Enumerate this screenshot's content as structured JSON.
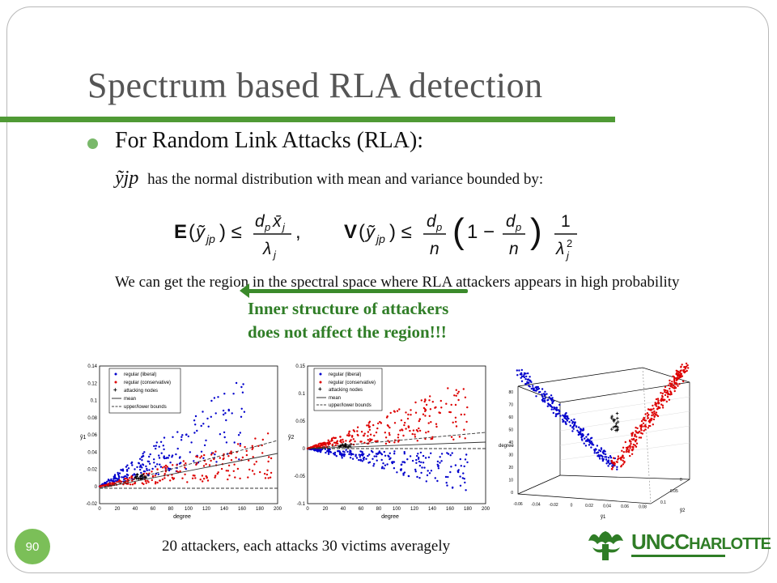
{
  "title": "Spectrum based RLA detection",
  "bullet": "For Random Link Attacks (RLA):",
  "line2_symbol": "ỹjp",
  "line2_text": "has the normal distribution with mean and variance bounded by:",
  "formula_text": "E(ỹjp) ≤ dp x̄j / λj ,   V(ỹjp) ≤ dp/n (1 − dp/n) 1/λj²",
  "paragraph": {
    "pre": "We can get the ",
    "highlight": "region in the spectral space",
    "post": " where RLA attackers appears in high probability"
  },
  "note": {
    "line1": "Inner structure of attackers",
    "line2": "does not affect the region!!!"
  },
  "caption": "20 attackers, each attacks 30 victims averagely",
  "slide_number": "90",
  "logo": {
    "text_a": "UNC",
    "text_b": "C",
    "text_c": "HARLOTTE"
  },
  "colors": {
    "accent_green": "#4f9a35",
    "note_green": "#2f7d26",
    "liberal": "#0000cc",
    "conservative": "#dd0000",
    "attack": "#000000"
  },
  "chart_data": [
    {
      "type": "scatter",
      "xlabel": "degree",
      "ylabel": "ỹ1",
      "xlim": [
        0,
        200
      ],
      "ylim": [
        -0.02,
        0.14
      ],
      "xticks": [
        "0",
        "20",
        "40",
        "60",
        "80",
        "100",
        "120",
        "140",
        "160",
        "180",
        "200"
      ],
      "yticks": [
        "-0.02",
        "0",
        "0.02",
        "0.04",
        "0.06",
        "0.08",
        "0.1",
        "0.12",
        "0.14"
      ],
      "legend": [
        "regular (liberal)",
        "regular (conservative)",
        "attacking nodes",
        "mean",
        "upper/lower bounds"
      ],
      "legend_position": "top-left",
      "series": [
        {
          "name": "regular (liberal)",
          "note": "points fan out up to ~0.12 at degree 160"
        },
        {
          "name": "regular (conservative)",
          "note": "points in lower band up to ~0.05"
        },
        {
          "name": "attacking nodes",
          "note": "cluster near degree 40-50, value ~0.01"
        },
        {
          "name": "mean",
          "values": [
            [
              0,
              0
            ],
            [
              200,
              0.04
            ]
          ]
        },
        {
          "name": "upper/lower bounds",
          "values": [
            [
              0,
              0
            ],
            [
              200,
              0.055
            ]
          ]
        }
      ]
    },
    {
      "type": "scatter",
      "xlabel": "degree",
      "ylabel": "ỹ2",
      "xlim": [
        0,
        200
      ],
      "ylim": [
        -0.1,
        0.15
      ],
      "xticks": [
        "0",
        "20",
        "40",
        "60",
        "80",
        "100",
        "120",
        "140",
        "160",
        "180",
        "200"
      ],
      "yticks": [
        "-0.1",
        "-0.05",
        "0",
        "0.05",
        "0.1",
        "0.15"
      ],
      "legend": [
        "regular (liberal)",
        "regular (conservative)",
        "attacking nodes",
        "mean",
        "upper/lower bounds"
      ],
      "legend_position": "top-left",
      "series": [
        {
          "name": "regular (liberal)",
          "note": "points fan downward to ~-0.08"
        },
        {
          "name": "regular (conservative)",
          "note": "points fan upward to ~0.1"
        },
        {
          "name": "attacking nodes",
          "note": "cluster near degree 40, value ~0.003"
        },
        {
          "name": "mean",
          "values": [
            [
              0,
              0
            ],
            [
              200,
              0.012
            ]
          ]
        },
        {
          "name": "upper/lower bounds",
          "values": [
            [
              0,
              0
            ],
            [
              200,
              0.03
            ]
          ]
        }
      ]
    },
    {
      "type": "scatter",
      "dimension": "3d",
      "zlabel": "degree",
      "xlabel": "ỹ1",
      "ylabel": "ỹ2",
      "zticks": [
        "0",
        "10",
        "20",
        "30",
        "40",
        "50",
        "60",
        "70",
        "80"
      ],
      "xticks": [
        "-0.06",
        "-0.04",
        "-0.02",
        "0",
        "0.02",
        "0.04",
        "0.06",
        "0.08"
      ],
      "yticks": [
        "0",
        "0.05",
        "0.1"
      ],
      "note": "V-shaped distribution: blue branch left, red branch right, attackers cluster in middle"
    }
  ]
}
